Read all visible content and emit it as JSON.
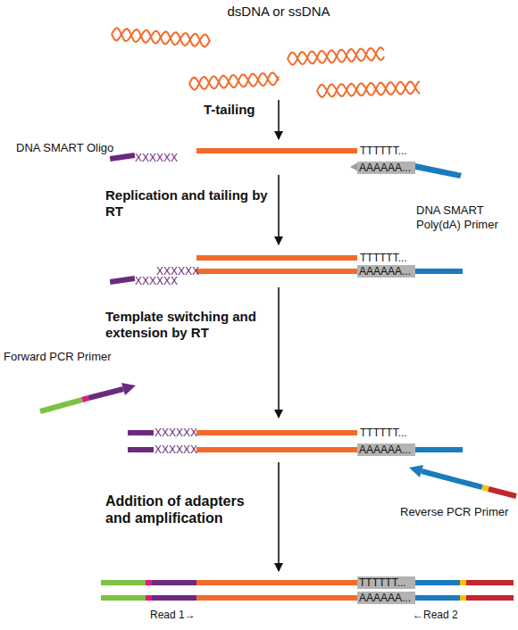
{
  "diagram": {
    "title": "dsDNA or ssDNA",
    "labels": [
      "DNA SMART Oligo",
      "XXXXXX",
      "TTTTTT...",
      "AAAAAA...",
      "T-tailing",
      "DNA SMART Poly(dA) Primer",
      "Replication and tailing by RT",
      "XXXXXX",
      "TTTTTT...",
      "XXXXXX",
      "AAAAAA...",
      "Template switching and extension by RT",
      "Forward PCR Primer",
      "XXXXXX",
      "XXXXXX",
      "TTTTTT...",
      "AAAAAA...",
      "Reverse PCR Primer",
      "Addition of adapters and amplification",
      "TTTTTT...",
      "AAAAAA...",
      "Read 1→",
      "←Read 2"
    ]
  }
}
